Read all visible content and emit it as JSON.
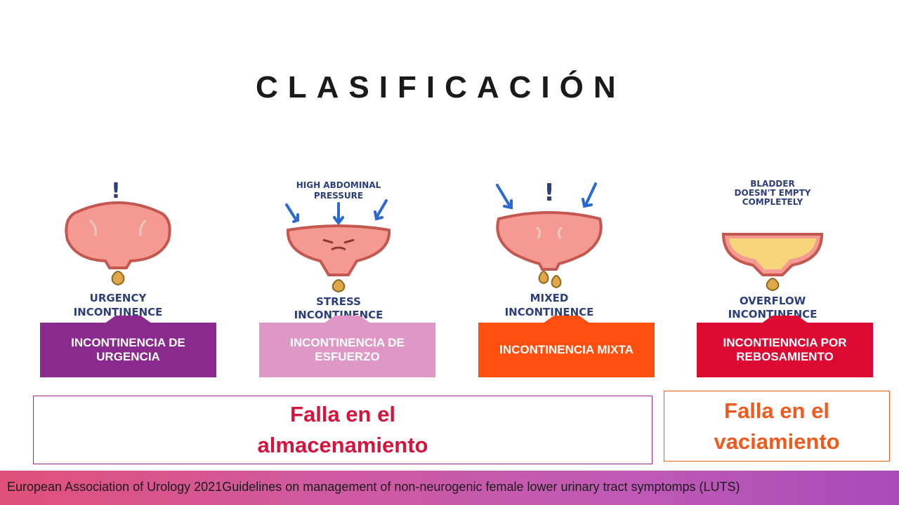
{
  "title": "CLASIFICACIÓN",
  "illustrations": [
    {
      "icon": "urgency-bladder-icon",
      "caption_line1": "URGENCY",
      "caption_line2": "INCONTINENCE",
      "mark": "!"
    },
    {
      "icon": "stress-bladder-icon",
      "note_line1": "HIGH ABDOMINAL",
      "note_line2": "PRESSURE",
      "caption_line1": "STRESS",
      "caption_line2": "INCONTINENCE"
    },
    {
      "icon": "mixed-bladder-icon",
      "caption_line1": "MIXED",
      "caption_line2": "INCONTINENCE",
      "mark": "!"
    },
    {
      "icon": "overflow-bladder-icon",
      "note_line1": "BLADDER",
      "note_line2": "DOESN'T EMPTY",
      "note_line3": "COMPLETELY",
      "caption_line1": "OVERFLOW",
      "caption_line2": "INCONTINENCE"
    }
  ],
  "categories": [
    {
      "label": "INCONTINENCIA DE URGENCIA",
      "color": "#8b2a8e"
    },
    {
      "label": "INCONTINENCIA DE ESFUERZO",
      "color": "#de97c6"
    },
    {
      "label": "INCONTINENCIA MIXTA",
      "color": "#ff4f0f"
    },
    {
      "label": "INCONTIENNCIA POR REBOSAMIENTO",
      "color": "#dc0a33"
    }
  ],
  "storage": {
    "line1": "Falla en el",
    "line2": "almacenamiento",
    "color": "#d4143c",
    "border": "#8b2a8e"
  },
  "emptying": {
    "line1": "Falla en el",
    "line2": "vaciamiento",
    "color": "#f05a1e",
    "border": "#f05a1e"
  },
  "footer": "European Association of Urology 2021Guidelines on management of non-neurogenic female lower urinary tract symptomps (LUTS)"
}
